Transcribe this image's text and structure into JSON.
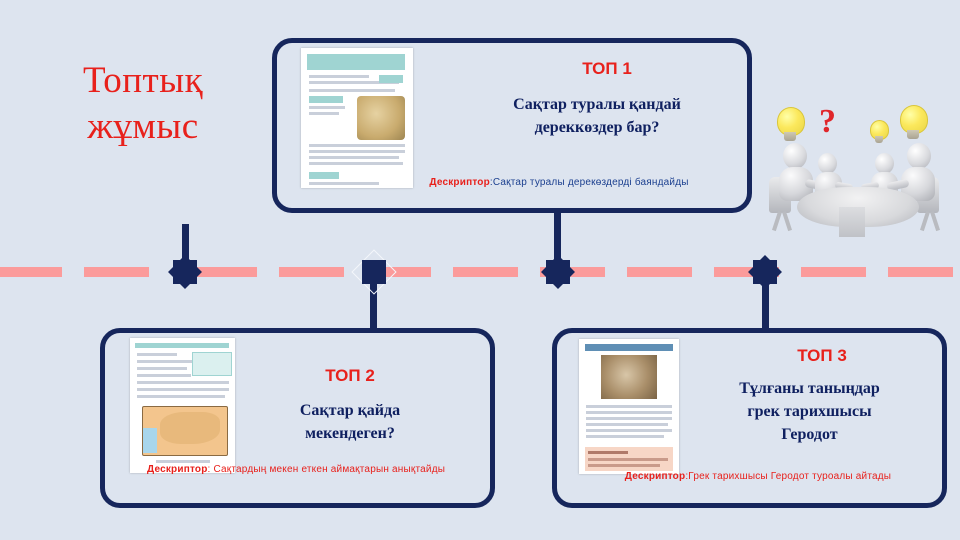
{
  "slide": {
    "title": "Топтық\nжұмыс",
    "background_color": "#dde4ef",
    "accent_navy": "#16265c",
    "accent_red": "#e8211c",
    "rail_color": "#fb9b9b"
  },
  "groups": [
    {
      "id": "group-1",
      "title": "ТОП 1",
      "question": "Сақтар туралы қандай\nдереккөздер бар?",
      "descriptor_label": "Дескриптор",
      "descriptor_sep": ":",
      "descriptor_text": "Сақтар туралы дерекөздерді  баяндайды",
      "descriptor_color": "#1b3f8f",
      "thumbnail": "textbook-page-artifact"
    },
    {
      "id": "group-2",
      "title": "ТОП  2",
      "question": "Сақтар қайда\nмекендеген?",
      "descriptor_label": "Дескриптор",
      "descriptor_sep": ": ",
      "descriptor_text": "Сақтардың мекен еткен аймақтарын анықтайды",
      "descriptor_color": "#e8211c",
      "thumbnail": "textbook-page-map"
    },
    {
      "id": "group-3",
      "title": "ТОП 3",
      "question": "Тұлғаны таныңдар\nгрек  тарихшысы\nГеродот",
      "descriptor_label": "Дескриптор",
      "descriptor_sep": ":",
      "descriptor_text": "Грек тарихшысы Геродот туроалы  айтады",
      "descriptor_color": "#e8211c",
      "thumbnail": "textbook-page-portrait"
    }
  ],
  "illustration": {
    "name": "team-meeting-with-idea-bulbs",
    "question_mark": "?",
    "people_count": 4,
    "bulb_count": 3
  },
  "rail": {
    "dash_count": 11,
    "marker_count": 4
  }
}
